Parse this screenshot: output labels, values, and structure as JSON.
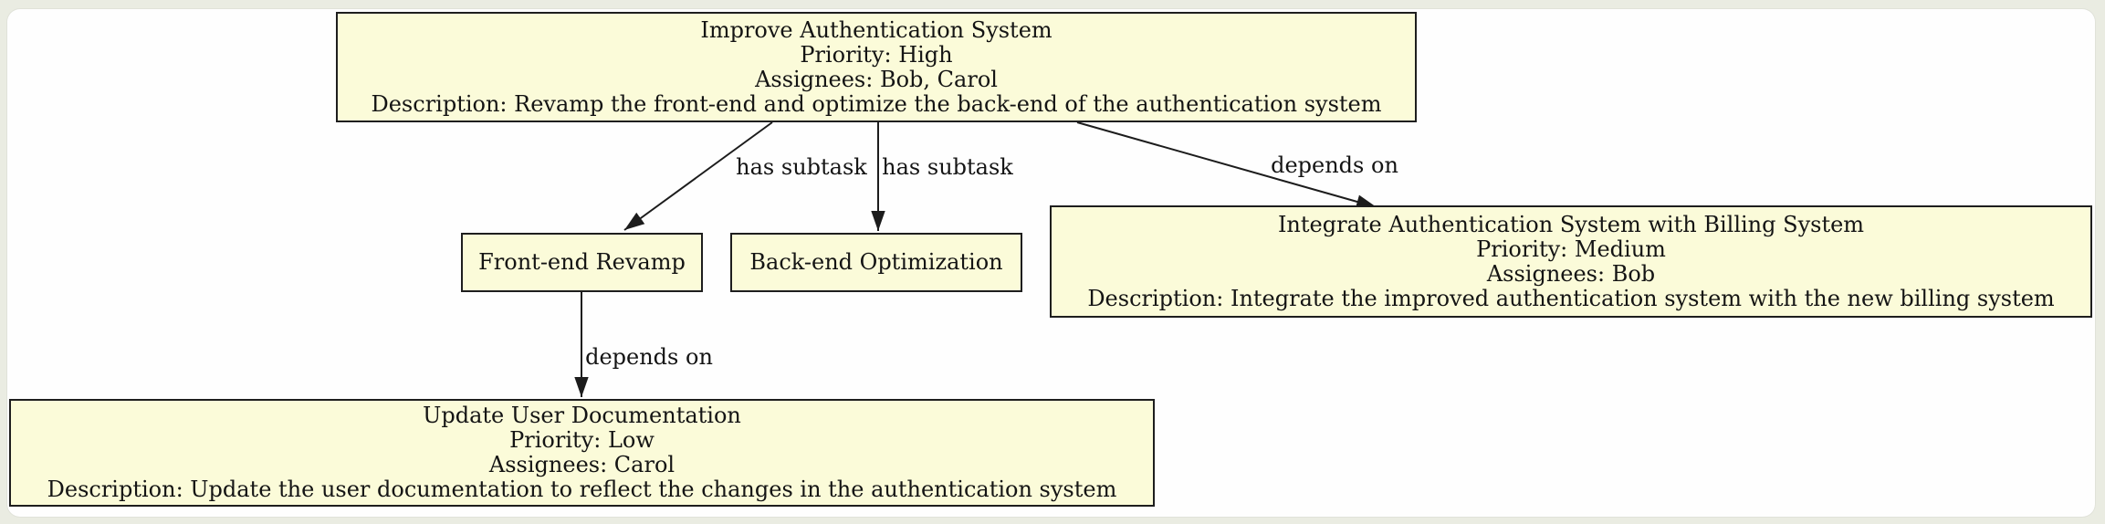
{
  "diagram": {
    "type": "task-dependency-graph",
    "colors": {
      "node_fill": "#fbfbd9",
      "node_border": "#1e1e1e",
      "edge": "#1c1c1c",
      "text": "#141414",
      "canvas_background": "#fefefe",
      "page_background": "#eaece2"
    },
    "nodes": [
      {
        "id": "improve-authentication-system",
        "lines": [
          "Improve Authentication System",
          "Priority: High",
          "Assignees: Bob, Carol",
          "Description: Revamp the front-end and optimize the back-end of the authentication system"
        ]
      },
      {
        "id": "front-end-revamp",
        "lines": [
          "Front-end Revamp"
        ]
      },
      {
        "id": "back-end-optimization",
        "lines": [
          "Back-end Optimization"
        ]
      },
      {
        "id": "integrate-authentication-system-with-billing-system",
        "lines": [
          "Integrate Authentication System with Billing System",
          "Priority: Medium",
          "Assignees: Bob",
          "Description: Integrate the improved authentication system with the new billing system"
        ]
      },
      {
        "id": "update-user-documentation",
        "lines": [
          "Update User Documentation",
          "Priority: Low",
          "Assignees: Carol",
          "Description: Update the user documentation to reflect the changes in the authentication system"
        ]
      }
    ],
    "edges": [
      {
        "from": "improve-authentication-system",
        "to": "front-end-revamp",
        "label": "has subtask"
      },
      {
        "from": "improve-authentication-system",
        "to": "back-end-optimization",
        "label": "has subtask"
      },
      {
        "from": "improve-authentication-system",
        "to": "integrate-authentication-system-with-billing-system",
        "label": "depends on"
      },
      {
        "from": "front-end-revamp",
        "to": "update-user-documentation",
        "label": "depends on"
      }
    ]
  }
}
